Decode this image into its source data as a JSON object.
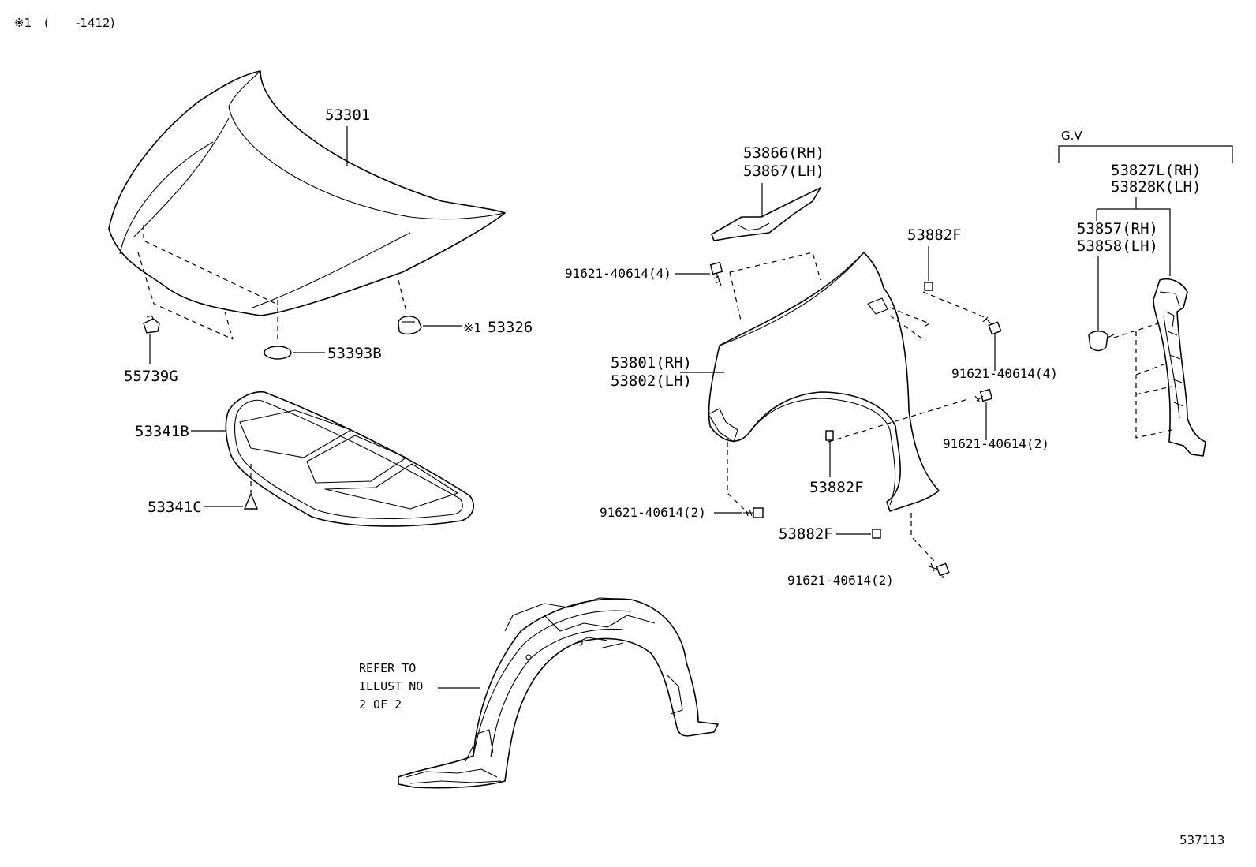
{
  "header": {
    "note_mark": "※1",
    "note_paren_open": "(",
    "note_range": "-1412)"
  },
  "labels": {
    "hood": "53301",
    "hood_lock_striker_note": "※1",
    "hood_lock_striker": "53326",
    "hood_cushion": "55739G",
    "hood_seal": "53393B",
    "hood_insulator": "53341B",
    "insulator_clip": "53341C",
    "fender_seal_rh": "53866(RH)",
    "fender_seal_lh": "53867(LH)",
    "fender_rh": "53801(RH)",
    "fender_lh": "53802(LH)",
    "nut_upper": "53882F",
    "nut_arch": "53882F",
    "nut_lower": "53882F",
    "bolt_fender_top": "91621-40614(4)",
    "bolt_fender_right": "91621-40614(4)",
    "bolt_fender_arch": "91621-40614(2)",
    "bolt_fender_front": "91621-40614(2)",
    "bolt_fender_bottom": "91621-40614(2)",
    "gv_header": "G.V",
    "protector_rh": "53827L(RH)",
    "protector_lh": "53828K(LH)",
    "clip_rh": "53857(RH)",
    "clip_lh": "53858(LH)",
    "refer_line1": "REFER TO",
    "refer_line2": "ILLUST NO",
    "refer_line3": "2 OF 2",
    "illustration_number": "537113"
  },
  "icons": {
    "hood": "hood-panel-icon",
    "insulator": "hood-insulator-icon",
    "fender": "front-fender-icon",
    "liner": "fender-liner-icon",
    "protector": "fender-protector-icon",
    "bolt": "bolt-icon",
    "clip": "clip-icon",
    "nut": "nut-icon"
  }
}
